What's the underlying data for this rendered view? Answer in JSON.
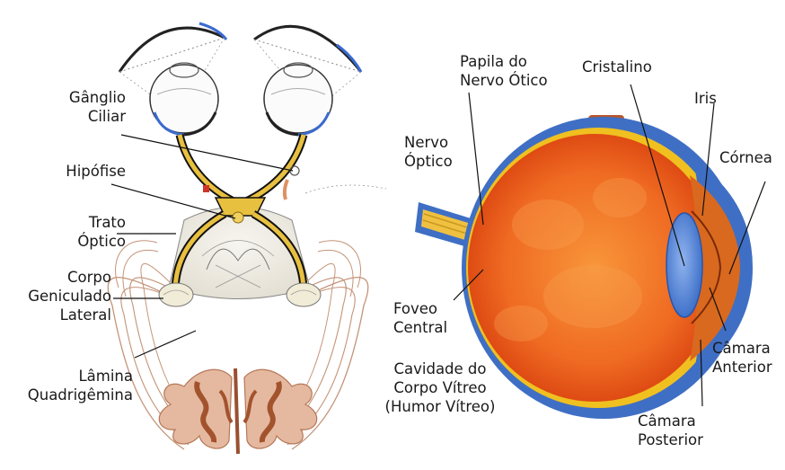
{
  "left_diagram": {
    "labels": {
      "ganglio_ciliar": [
        "Gânglio",
        "Ciliar"
      ],
      "hipofise": [
        "Hipófise"
      ],
      "trato_optico": [
        "Trato",
        "Óptico"
      ],
      "corpo_geniculado": [
        "Corpo",
        "Geniculado",
        "Lateral"
      ],
      "lamina_quadrigemina": [
        "Lâmina",
        "Quadrigêmina"
      ]
    }
  },
  "right_diagram": {
    "labels": {
      "papila": [
        "Papila do",
        "Nervo Ótico"
      ],
      "cristalino": [
        "Cristalino"
      ],
      "iris": [
        "Iris"
      ],
      "nervo_optico": [
        "Nervo",
        "Óptico"
      ],
      "cornea": [
        "Córnea"
      ],
      "foveo_central": [
        "Foveo",
        "Central"
      ],
      "camara_anterior": [
        "Câmara",
        "Anterior"
      ],
      "cavidade": [
        "Cavidade do",
        "Corpo Vítreo",
        "(Humor Vítreo)"
      ],
      "camara_posterior": [
        "Câmara",
        "Posterior"
      ]
    }
  },
  "colors": {
    "label_text": "#1a1a1a",
    "leader_line": "#111111",
    "sclera_blue": "#3f6fc4",
    "retina_yellow": "#f0c020",
    "vitreous_orange": "#ea5418",
    "lens_blue": "#4f80d6",
    "brain_tan": "#c49478",
    "optic_tract_yellow": "#e8c040"
  }
}
